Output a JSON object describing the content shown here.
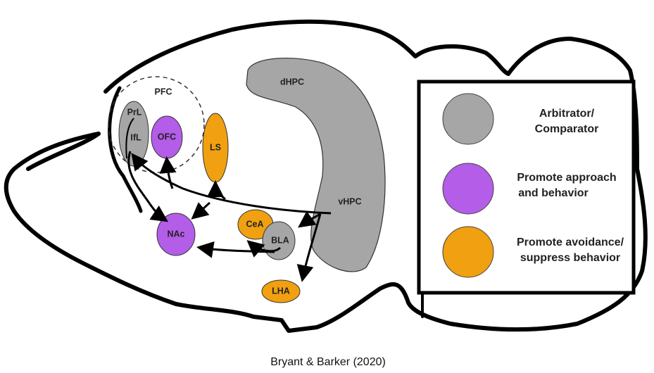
{
  "colors": {
    "arbitrator": "#a6a6a6",
    "approach": "#b35de8",
    "avoidance": "#f0a010"
  },
  "regions": {
    "pfc": "PFC",
    "prl": "PrL",
    "ifl": "IfL",
    "ofc": "OFC",
    "ls": "LS",
    "dhpc": "dHPC",
    "vhpc": "vHPC",
    "nac": "NAc",
    "cea": "CeA",
    "bla": "BLA",
    "lha": "LHA"
  },
  "legend": {
    "arbitrator": [
      "Arbitrator/",
      "Comparator"
    ],
    "approach": [
      "Promote approach",
      "and behavior"
    ],
    "avoidance": [
      "Promote avoidance/",
      "suppress behavior"
    ]
  },
  "caption": "Bryant & Barker (2020)"
}
